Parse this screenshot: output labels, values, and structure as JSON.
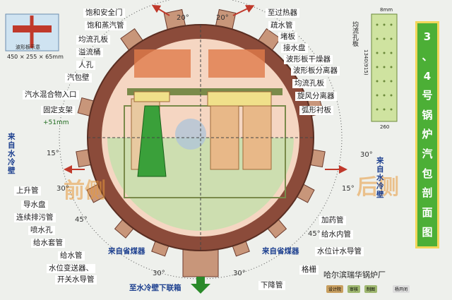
{
  "diagram": {
    "left_labels": [
      {
        "key": "l1",
        "text": "饱和安全门"
      },
      {
        "key": "l2",
        "text": "饱和蒸汽管"
      },
      {
        "key": "l3",
        "text": "均流孔板"
      },
      {
        "key": "l4",
        "text": "溢流桶"
      },
      {
        "key": "l5",
        "text": "人孔"
      },
      {
        "key": "l6",
        "text": "汽包壁"
      },
      {
        "key": "l7",
        "text": "汽水混合物入口"
      },
      {
        "key": "l8",
        "text": "固定支架"
      },
      {
        "key": "l9",
        "text": "上升管"
      },
      {
        "key": "l10",
        "text": "导水盘"
      },
      {
        "key": "l11",
        "text": "连续排污管"
      },
      {
        "key": "l12",
        "text": "喷水孔"
      },
      {
        "key": "l13",
        "text": "给水套管"
      },
      {
        "key": "l14",
        "text": "给水管"
      },
      {
        "key": "l15",
        "text": "水位变送器、"
      },
      {
        "key": "l16",
        "text": "开关水导管"
      }
    ],
    "right_labels": [
      {
        "key": "r1",
        "text": "至过热器"
      },
      {
        "key": "r2",
        "text": "疏水管"
      },
      {
        "key": "r3",
        "text": "堵板"
      },
      {
        "key": "r4",
        "text": "接水盘"
      },
      {
        "key": "r5",
        "text": "波形板干燥器"
      },
      {
        "key": "r6",
        "text": "波形板分离器"
      },
      {
        "key": "r7",
        "text": "均流孔板"
      },
      {
        "key": "r8",
        "text": "旋风分离器"
      },
      {
        "key": "r9",
        "text": "弧形衬板"
      },
      {
        "key": "r10",
        "text": "加药管"
      },
      {
        "key": "r11",
        "text": "给水内管"
      },
      {
        "key": "r12",
        "text": "水位计水导管"
      },
      {
        "key": "r13",
        "text": "格栅"
      },
      {
        "key": "r14",
        "text": "下降管"
      }
    ],
    "side_labels": {
      "from_wall_left": "来自水冷壁",
      "from_wall_right": "来自水冷壁",
      "econ_left": "来自省煤器",
      "econ_right": "来自省煤器",
      "bottom": "至水冷壁下联箱",
      "front": "前侧",
      "rear": "后侧",
      "offset": "+51mm"
    },
    "angles": [
      "20°",
      "20°",
      "15°",
      "15°",
      "45°",
      "45°",
      "30°",
      "30°",
      "30°",
      "30°"
    ],
    "inset_left": {
      "caption": "波形板示意",
      "dims": "450 × 255 × 65mm"
    },
    "inset_right": {
      "top": "8mm",
      "height": "1340(915)",
      "width": "260",
      "name": "均流孔板"
    },
    "title": "3、4号锅炉汽包剖面图",
    "watermark": "哈尔滨瑞华锅炉厂",
    "tags": [
      "设计院",
      "审核",
      "制图",
      "杨开闭"
    ]
  },
  "colors": {
    "shell": "#8b4b3a",
    "pipe": "#c8967a",
    "label_blue": "#1c3f8f",
    "water": "#c9dfae",
    "steam": "#f5d6c2",
    "title_bg": "#4caf36"
  }
}
